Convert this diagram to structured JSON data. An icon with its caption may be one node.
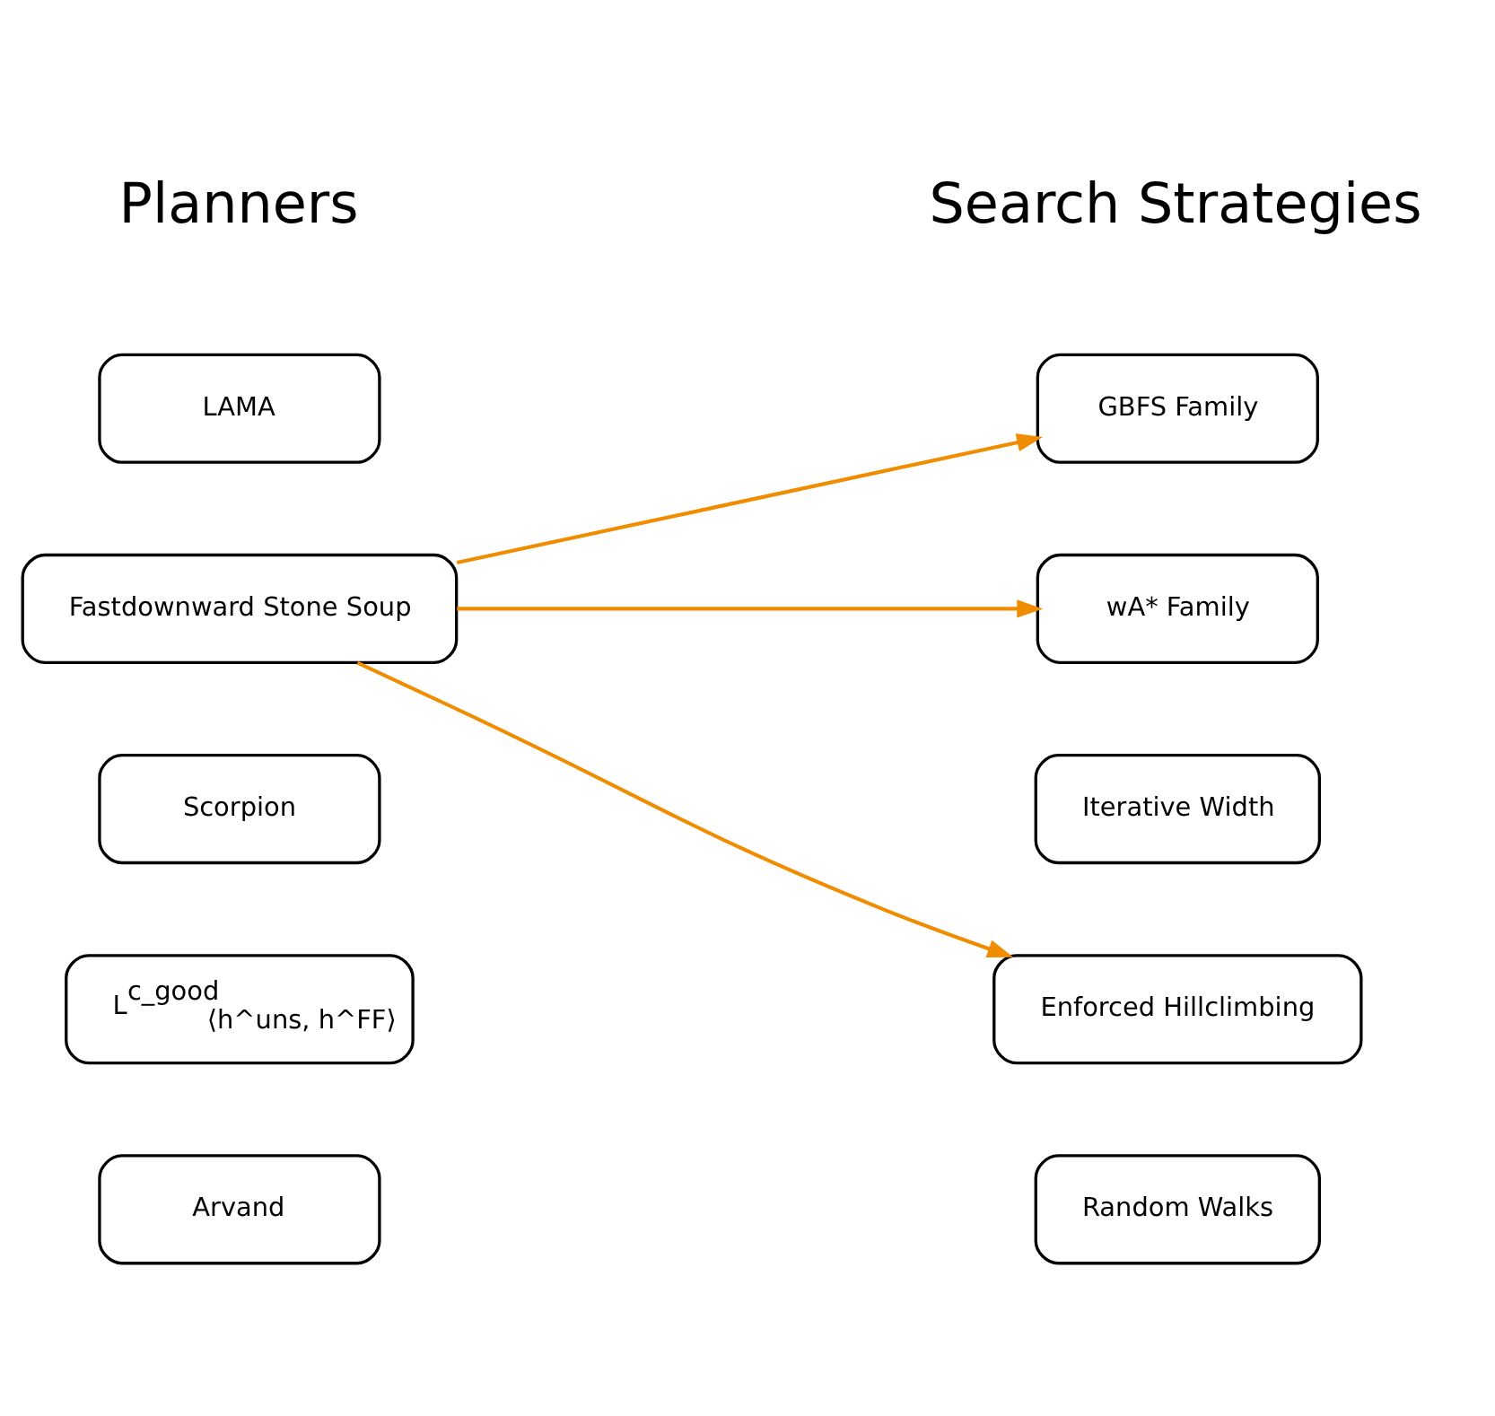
{
  "diagram": {
    "nodes": [
      {
        "text": [
          "LAMA"
        ]
      },
      {
        "text": [
          "Fastdownward Stone Soup"
        ]
      },
      {
        "text": [
          "Scorpion"
        ]
      },
      {
        "text": [
          "L$^{c_good}$$_{⟨h^uns, h^FF⟩}$"
        ]
      },
      {
        "text": [
          "Arvand"
        ]
      },
      {
        "text": [
          "GBFS Family"
        ]
      },
      {
        "text": [
          "wA* Family"
        ]
      },
      {
        "text": [
          "Iterative Width"
        ]
      },
      {
        "text": [
          "Enforced Hillclimbing"
        ]
      },
      {
        "text": [
          "Random Walks"
        ]
      }
    ],
    "edges": [
      {
        "from": 1,
        "to": 5,
        "arrow": "to"
      },
      {
        "from": 1,
        "to": 6,
        "arrow": "to"
      },
      {
        "from": 1,
        "to": 8,
        "arrow": "to"
      }
    ],
    "labels": [
      "Planners",
      "Search Strategies"
    ]
  }
}
